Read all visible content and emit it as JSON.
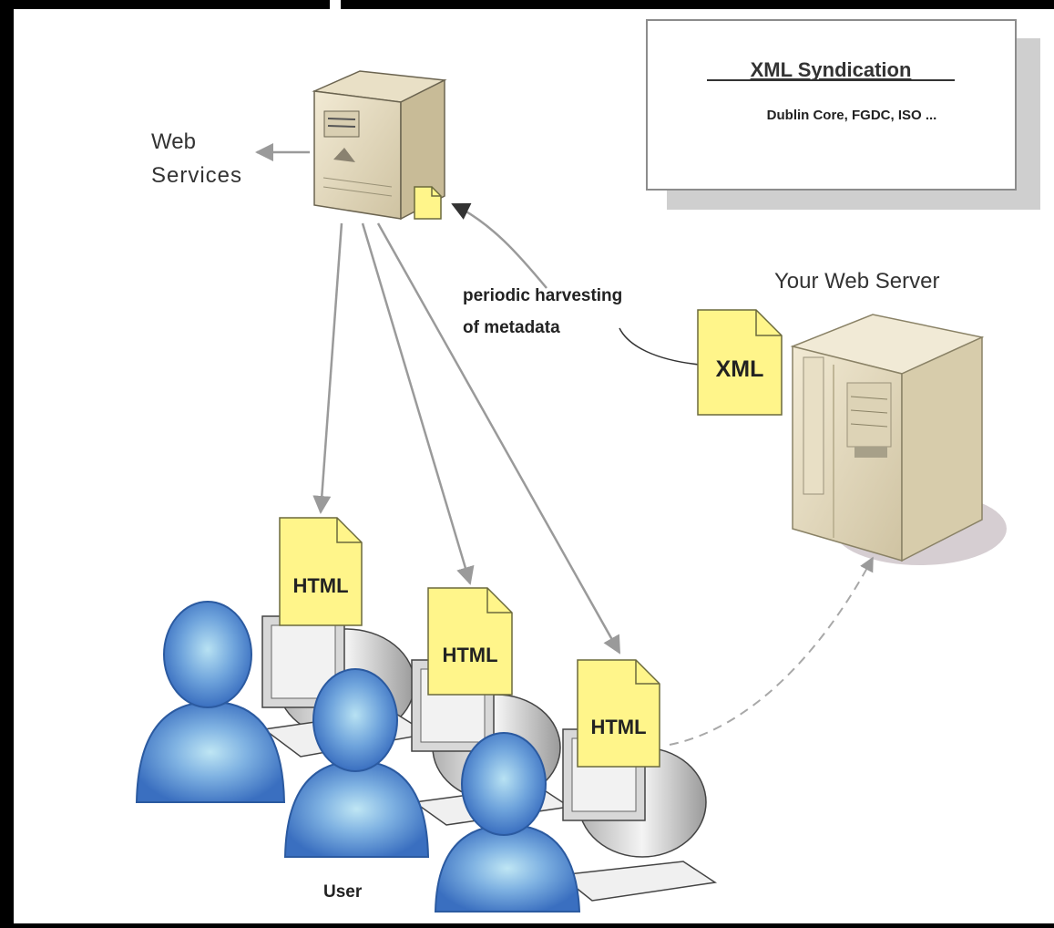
{
  "labels": {
    "web_services_line1": "Web",
    "web_services_line2": "Services",
    "syndication_title": "XML Syndication",
    "syndication_formats": "Dublin Core, FGDC, ISO ...",
    "harvest_line1": "periodic harvesting",
    "harvest_line2": "of metadata",
    "your_web_server": "Your Web Server",
    "xml_doc": "XML",
    "html_doc_1": "HTML",
    "html_doc_2": "HTML",
    "html_doc_3": "HTML",
    "user": "User"
  },
  "colors": {
    "background": "#ffffff",
    "frame": "#000000",
    "doc_fill": "#fff58a",
    "doc_stroke": "#8a8a50",
    "user_fill": "#3f78c6",
    "user_glow": "#a9d6ee",
    "arrow": "#9a9a9a",
    "server_fill": "#e6dcc0",
    "box_shadow": "#cfcfcf"
  },
  "icons": [
    "server-icon",
    "document-icon",
    "computer-icon",
    "user-icon",
    "arrow-icon"
  ]
}
